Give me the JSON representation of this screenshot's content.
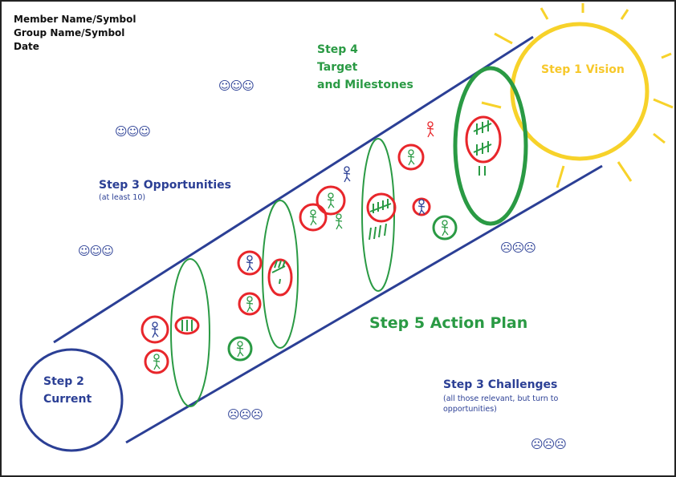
{
  "header": {
    "member": "Member Name/Symbol",
    "group": "Group Name/Symbol",
    "date": "Date"
  },
  "steps": {
    "vision": "Step 1 Vision",
    "current_line1": "Step 2",
    "current_line2": "Current",
    "opportunities": "Step 3 Opportunities",
    "opportunities_note": "(at least 10)",
    "challenges": "Step 3 Challenges",
    "challenges_note_line1": "(all those relevant, but turn to",
    "challenges_note_line2": "opportunities)",
    "target_line1": "Step 4",
    "target_line2": "Target",
    "target_line3": "and Milestones",
    "action_plan": "Step 5 Action Plan"
  },
  "faces": {
    "happy": "☺☺☺",
    "sad": "☹☹☹"
  },
  "colors": {
    "blue": "#2b3f95",
    "green": "#2a9a44",
    "red": "#e8262b",
    "yellow": "#f7d22a"
  }
}
